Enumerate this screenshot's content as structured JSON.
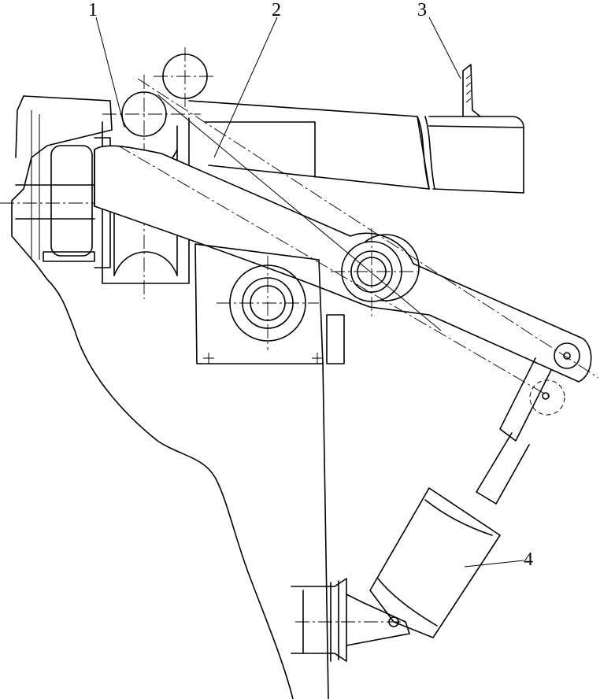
{
  "labels": {
    "l1": "1",
    "l2": "2",
    "l3": "3",
    "l4": "4"
  }
}
